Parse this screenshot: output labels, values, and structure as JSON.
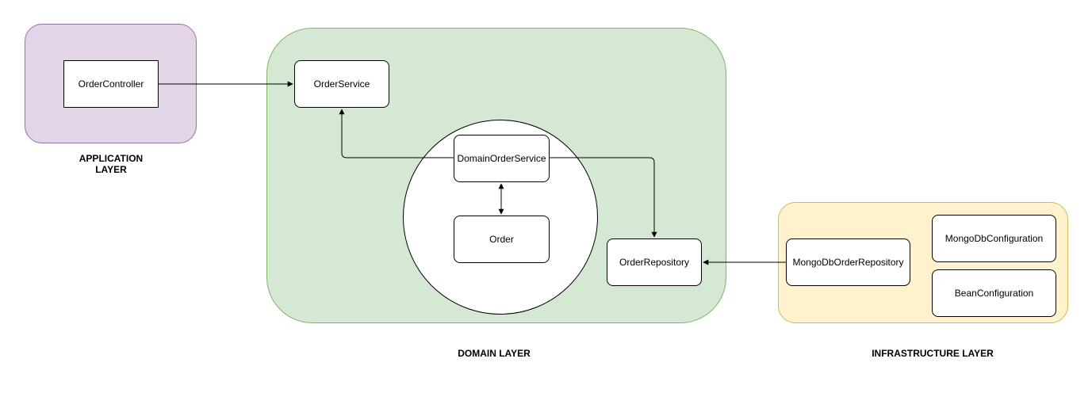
{
  "layers": {
    "application": {
      "label": "APPLICATION\nLAYER",
      "color": "#e1d5e7"
    },
    "domain": {
      "label": "DOMAIN LAYER",
      "color": "#d5e8d4"
    },
    "infrastructure": {
      "label": "INFRASTRUCTURE LAYER",
      "color": "#fff2cc"
    }
  },
  "nodes": {
    "order_controller": "OrderController",
    "order_service": "OrderService",
    "domain_order_service": "DomainOrderService",
    "order": "Order",
    "order_repository": "OrderRepository",
    "mongo_order_repository": "MongoDbOrderRepository",
    "mongo_configuration": "MongoDbConfiguration",
    "bean_configuration": "BeanConfiguration"
  },
  "edges": [
    {
      "from": "OrderController",
      "to": "OrderService"
    },
    {
      "from": "DomainOrderService",
      "to": "OrderService"
    },
    {
      "from": "DomainOrderService",
      "to": "OrderRepository"
    },
    {
      "from": "DomainOrderService",
      "to": "Order",
      "bidirectional": true
    },
    {
      "from": "MongoDbOrderRepository",
      "to": "OrderRepository"
    }
  ]
}
